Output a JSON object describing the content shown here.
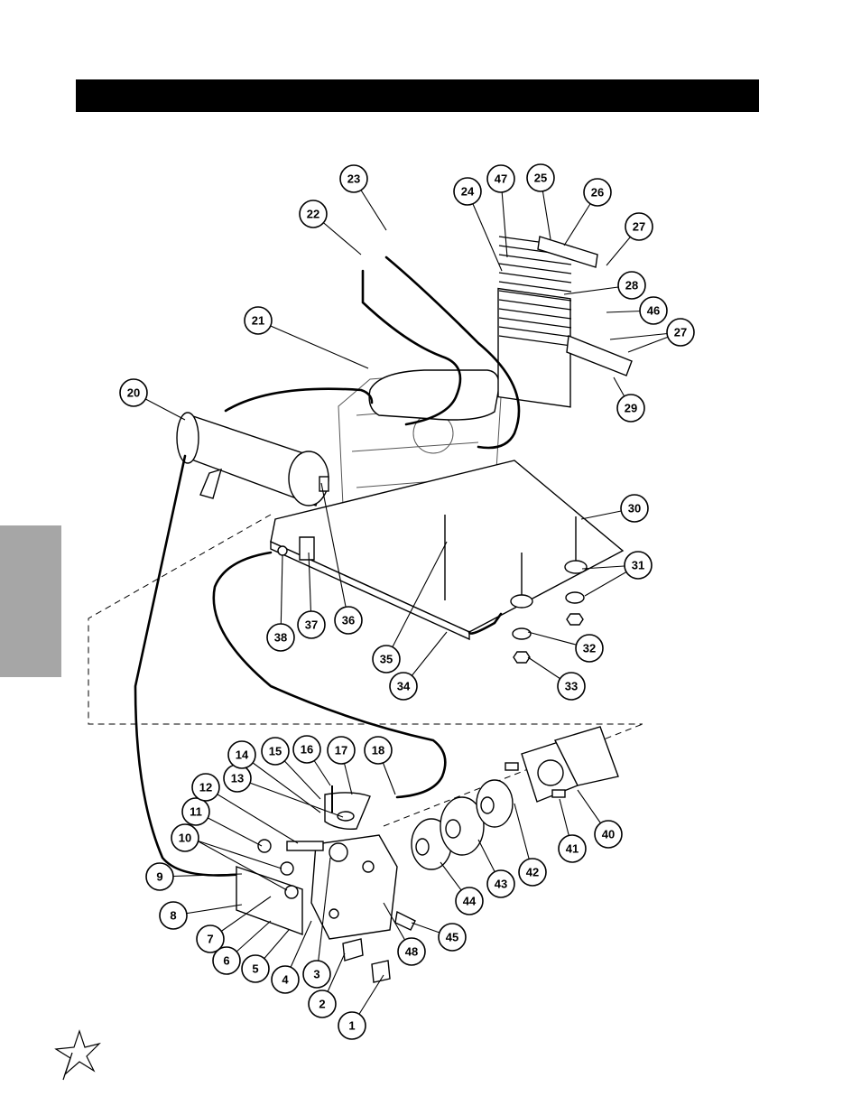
{
  "header": {
    "title": ""
  },
  "callouts": [
    {
      "label": "1"
    },
    {
      "label": "2"
    },
    {
      "label": "3"
    },
    {
      "label": "4"
    },
    {
      "label": "5"
    },
    {
      "label": "6"
    },
    {
      "label": "7"
    },
    {
      "label": "8"
    },
    {
      "label": "9"
    },
    {
      "label": "10"
    },
    {
      "label": "11"
    },
    {
      "label": "12"
    },
    {
      "label": "13"
    },
    {
      "label": "14"
    },
    {
      "label": "15"
    },
    {
      "label": "16"
    },
    {
      "label": "17"
    },
    {
      "label": "18"
    },
    {
      "label": "20"
    },
    {
      "label": "21"
    },
    {
      "label": "22"
    },
    {
      "label": "23"
    },
    {
      "label": "24"
    },
    {
      "label": "47"
    },
    {
      "label": "25"
    },
    {
      "label": "26"
    },
    {
      "label": "27"
    },
    {
      "label": "28"
    },
    {
      "label": "46"
    },
    {
      "label": "27"
    },
    {
      "label": "29"
    },
    {
      "label": "30"
    },
    {
      "label": "31"
    },
    {
      "label": "32"
    },
    {
      "label": "33"
    },
    {
      "label": "34"
    },
    {
      "label": "35"
    },
    {
      "label": "36"
    },
    {
      "label": "37"
    },
    {
      "label": "38"
    },
    {
      "label": "40"
    },
    {
      "label": "41"
    },
    {
      "label": "42"
    },
    {
      "label": "43"
    },
    {
      "label": "44"
    },
    {
      "label": "45"
    },
    {
      "label": "48"
    }
  ],
  "logo": {
    "icon": "star-burst-logo"
  }
}
